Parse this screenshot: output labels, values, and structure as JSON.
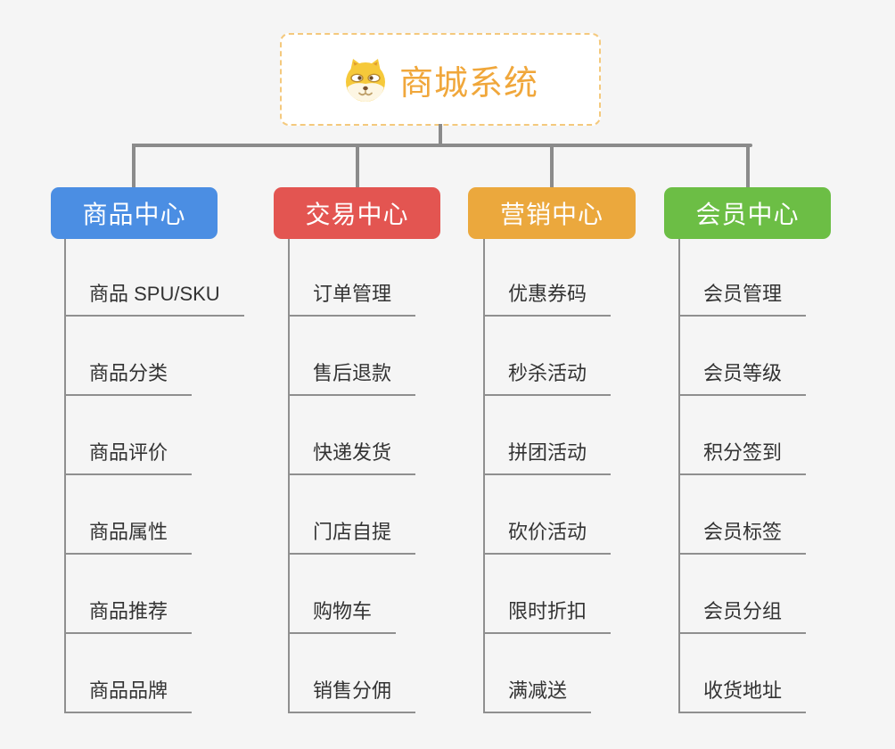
{
  "root": {
    "title": "商城系统",
    "title_color": "#f0a73b",
    "border_color": "#f4c97d",
    "icon": "doge-dog-face-icon"
  },
  "connector_color": "#8b8b8b",
  "branches": [
    {
      "label": "商品中心",
      "color": "#4b8ee3",
      "items": [
        "商品 SPU/SKU",
        "商品分类",
        "商品评价",
        "商品属性",
        "商品推荐",
        "商品品牌"
      ]
    },
    {
      "label": "交易中心",
      "color": "#e35551",
      "items": [
        "订单管理",
        "售后退款",
        "快递发货",
        "门店自提",
        "购物车",
        "销售分佣"
      ]
    },
    {
      "label": "营销中心",
      "color": "#eba83d",
      "items": [
        "优惠券码",
        "秒杀活动",
        "拼团活动",
        "砍价活动",
        "限时折扣",
        "满减送"
      ]
    },
    {
      "label": "会员中心",
      "color": "#6cbe45",
      "items": [
        "会员管理",
        "会员等级",
        "积分签到",
        "会员标签",
        "会员分组",
        "收货地址"
      ]
    }
  ]
}
